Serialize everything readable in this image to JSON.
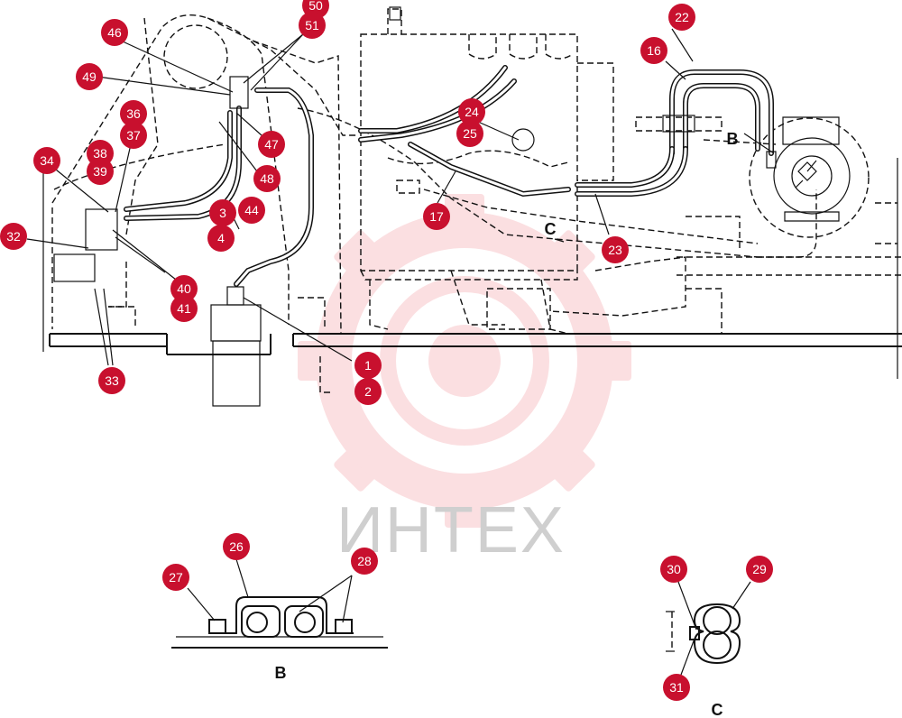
{
  "watermark": {
    "text": "ИНТЕХ",
    "color": "#f4a3a8"
  },
  "accent_color": "#c8102e",
  "view_labels": {
    "b_main": "B",
    "c_main": "C",
    "b_detail": "B",
    "c_detail": "C"
  },
  "callouts": [
    {
      "id": "c50",
      "label": "50"
    },
    {
      "id": "c51",
      "label": "51"
    },
    {
      "id": "c46",
      "label": "46"
    },
    {
      "id": "c49",
      "label": "49"
    },
    {
      "id": "c36",
      "label": "36"
    },
    {
      "id": "c37",
      "label": "37"
    },
    {
      "id": "c47",
      "label": "47"
    },
    {
      "id": "c48",
      "label": "48"
    },
    {
      "id": "c34",
      "label": "34"
    },
    {
      "id": "c38",
      "label": "38"
    },
    {
      "id": "c39",
      "label": "39"
    },
    {
      "id": "c32",
      "label": "32"
    },
    {
      "id": "c3",
      "label": "3"
    },
    {
      "id": "c44",
      "label": "44"
    },
    {
      "id": "c4",
      "label": "4"
    },
    {
      "id": "c40",
      "label": "40"
    },
    {
      "id": "c41",
      "label": "41"
    },
    {
      "id": "c33",
      "label": "33"
    },
    {
      "id": "c1",
      "label": "1"
    },
    {
      "id": "c2",
      "label": "2"
    },
    {
      "id": "c24",
      "label": "24"
    },
    {
      "id": "c25",
      "label": "25"
    },
    {
      "id": "c17",
      "label": "17"
    },
    {
      "id": "c22",
      "label": "22"
    },
    {
      "id": "c16",
      "label": "16"
    },
    {
      "id": "c23",
      "label": "23"
    },
    {
      "id": "c26",
      "label": "26"
    },
    {
      "id": "c27",
      "label": "27"
    },
    {
      "id": "c28",
      "label": "28"
    },
    {
      "id": "c30",
      "label": "30"
    },
    {
      "id": "c29",
      "label": "29"
    },
    {
      "id": "c31",
      "label": "31"
    }
  ]
}
